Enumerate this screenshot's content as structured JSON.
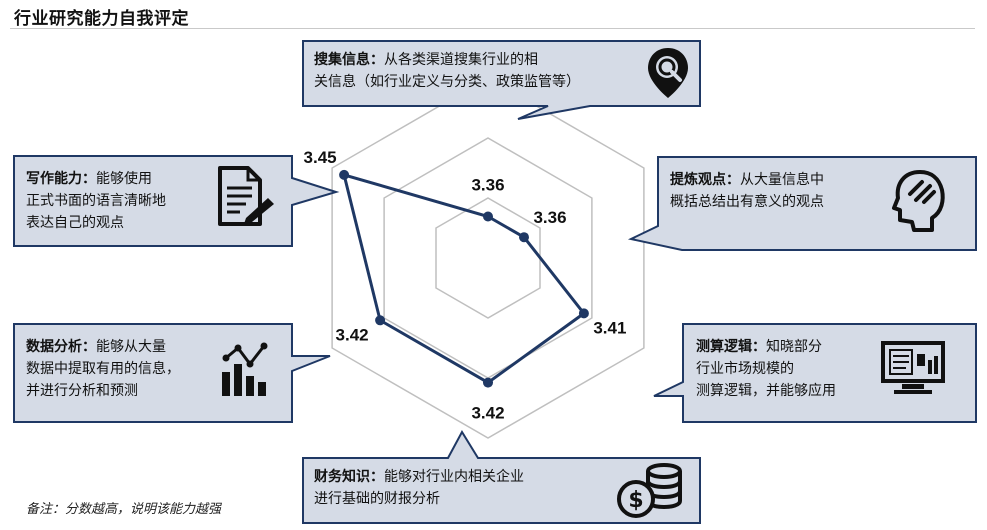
{
  "title": "行业研究能力自我评定",
  "note": "备注：分数越高，说明该能力越强",
  "chart_data": {
    "type": "radar",
    "categories": [
      "搜集信息",
      "提炼观点",
      "测算逻辑",
      "财务知识",
      "数据分析",
      "写作能力"
    ],
    "values": [
      3.36,
      3.36,
      3.41,
      3.42,
      3.42,
      3.45
    ],
    "value_labels": [
      "3.36",
      "3.36",
      "3.41",
      "3.42",
      "3.42",
      "3.45"
    ],
    "colors": {
      "line": "#1f3864",
      "grid": "#bfbfbf",
      "box_fill": "#d5dbe6",
      "box_stroke": "#1f3864"
    }
  },
  "callouts": {
    "collect": {
      "head": "搜集信息：",
      "line1": "从各类渠道搜集行业的相",
      "line2": "关信息（如行业定义与分类、政策监管等）",
      "icon": "magnifier-icon"
    },
    "extract": {
      "head": "提炼观点：",
      "line1": "从大量信息中",
      "line2": "概括总结出有意义的观点",
      "icon": "head-thinking-icon"
    },
    "estimate": {
      "head": "测算逻辑：",
      "line1": "知晓部分",
      "line2": "行业市场规模的",
      "line3": "测算逻辑，并能够应用",
      "icon": "dashboard-monitor-icon"
    },
    "finance": {
      "head": "财务知识：",
      "line1": "能够对行业内相关企业",
      "line2": "进行基础的财报分析",
      "icon": "coins-dollar-icon"
    },
    "data": {
      "head": "数据分析：",
      "line1": "能够从大量",
      "line2": "数据中提取有用的信息，",
      "line3": "并进行分析和预测",
      "icon": "bar-chart-trend-icon"
    },
    "writing": {
      "head": "写作能力：",
      "line1": "能够使用",
      "line2": "正式书面的语言清晰地",
      "line3": "表达自己的观点",
      "icon": "document-pen-icon"
    }
  }
}
